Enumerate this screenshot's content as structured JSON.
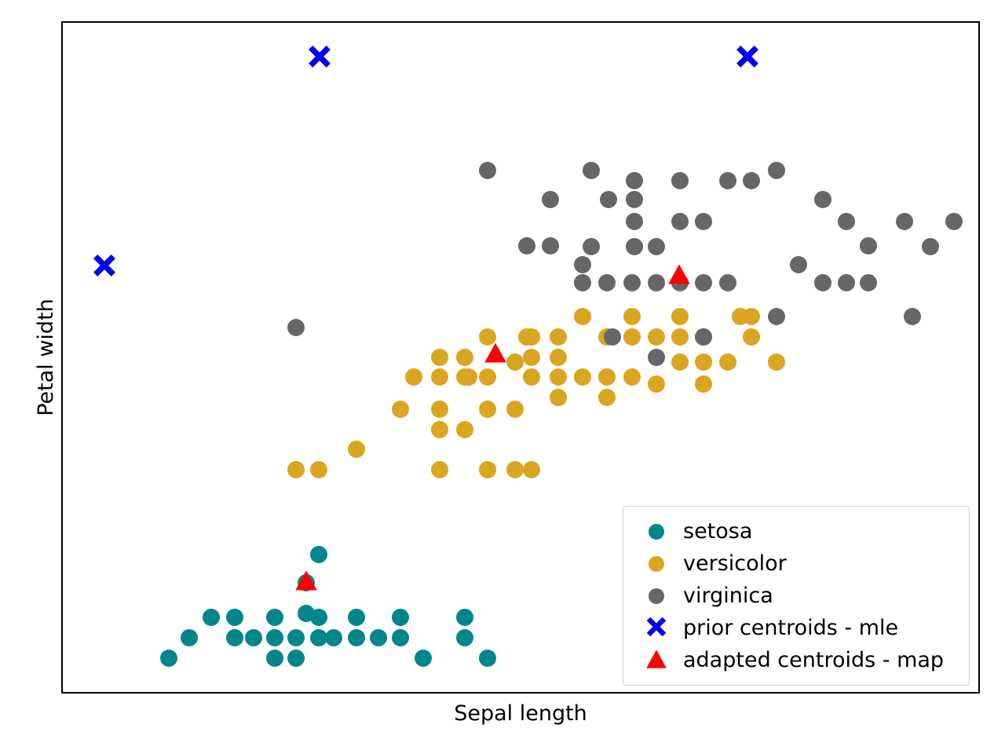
{
  "chart_data": {
    "type": "scatter",
    "title": "",
    "xlabel": "Sepal length",
    "ylabel": "Petal width",
    "grid": false,
    "legend_position": "lower right",
    "axis_ticks": {
      "x": [],
      "y": []
    },
    "xlim": [
      4.0,
      8.4
    ],
    "ylim": [
      -0.45,
      3.2
    ],
    "colors": {
      "setosa": "#00868B",
      "versicolor": "#DAA520",
      "virginica": "#666666",
      "prior_centroids_mle": "#0000EE",
      "adapted_centroids_map": "#FF0000",
      "frame": "#000000",
      "legend_border": "#CCCCCC"
    },
    "series": [
      {
        "name": "setosa",
        "marker": "circle",
        "color": "#00868B",
        "points": [
          [
            0.2795,
            0.7944
          ],
          [
            0.2659,
            0.8832
          ],
          [
            0.2659,
            0.8364
          ],
          [
            0.1624,
            0.8888
          ],
          [
            0.188,
            0.8888
          ],
          [
            0.2318,
            0.8888
          ],
          [
            0.2795,
            0.8888
          ],
          [
            0.1385,
            0.9192
          ],
          [
            0.188,
            0.9192
          ],
          [
            0.2088,
            0.9192
          ],
          [
            0.2318,
            0.9192
          ],
          [
            0.2548,
            0.9192
          ],
          [
            0.2795,
            0.9192
          ],
          [
            0.1155,
            0.9495
          ],
          [
            0.2318,
            0.9495
          ],
          [
            0.2548,
            0.9495
          ],
          [
            0.3205,
            0.8888
          ],
          [
            0.369,
            0.8888
          ],
          [
            0.369,
            0.9192
          ],
          [
            0.296,
            0.9192
          ],
          [
            0.3205,
            0.9192
          ],
          [
            0.345,
            0.9192
          ],
          [
            0.439,
            0.8888
          ],
          [
            0.439,
            0.9192
          ],
          [
            0.464,
            0.9495
          ],
          [
            0.394,
            0.9495
          ]
        ]
      },
      {
        "name": "versicolor",
        "marker": "circle",
        "color": "#DAA520",
        "points": [
          [
            0.2548,
            0.668
          ],
          [
            0.2795,
            0.668
          ],
          [
            0.3205,
            0.6375
          ],
          [
            0.369,
            0.5775
          ],
          [
            0.412,
            0.529
          ],
          [
            0.412,
            0.5775
          ],
          [
            0.412,
            0.6078
          ],
          [
            0.412,
            0.668
          ],
          [
            0.439,
            0.529
          ],
          [
            0.464,
            0.529
          ],
          [
            0.439,
            0.6078
          ],
          [
            0.464,
            0.5775
          ],
          [
            0.494,
            0.5775
          ],
          [
            0.494,
            0.668
          ],
          [
            0.464,
            0.668
          ],
          [
            0.383,
            0.529
          ],
          [
            0.443,
            0.529
          ],
          [
            0.512,
            0.4995
          ],
          [
            0.512,
            0.529
          ],
          [
            0.541,
            0.529
          ],
          [
            0.541,
            0.5595
          ],
          [
            0.512,
            0.668
          ],
          [
            0.512,
            0.47
          ],
          [
            0.541,
            0.47
          ],
          [
            0.594,
            0.529
          ],
          [
            0.594,
            0.47
          ],
          [
            0.622,
            0.47
          ],
          [
            0.648,
            0.47
          ],
          [
            0.674,
            0.47
          ],
          [
            0.594,
            0.5595
          ],
          [
            0.541,
            0.5595
          ],
          [
            0.674,
            0.439
          ],
          [
            0.674,
            0.5075
          ],
          [
            0.7,
            0.5075
          ],
          [
            0.726,
            0.5075
          ],
          [
            0.7,
            0.5395
          ],
          [
            0.648,
            0.5395
          ],
          [
            0.7,
            0.47
          ],
          [
            0.752,
            0.47
          ],
          [
            0.78,
            0.5075
          ],
          [
            0.74,
            0.439
          ],
          [
            0.568,
            0.439
          ],
          [
            0.464,
            0.47
          ],
          [
            0.507,
            0.47
          ],
          [
            0.541,
            0.4995
          ],
          [
            0.622,
            0.529
          ],
          [
            0.568,
            0.529
          ],
          [
            0.752,
            0.439
          ],
          [
            0.622,
            0.439
          ],
          [
            0.494,
            0.5075
          ],
          [
            0.439,
            0.4995
          ],
          [
            0.412,
            0.4995
          ]
        ]
      },
      {
        "name": "virginica",
        "marker": "circle",
        "color": "#666666",
        "points": [
          [
            0.2548,
            0.455
          ],
          [
            0.464,
            0.2205
          ],
          [
            0.577,
            0.2205
          ],
          [
            0.533,
            0.264
          ],
          [
            0.624,
            0.236
          ],
          [
            0.674,
            0.236
          ],
          [
            0.624,
            0.264
          ],
          [
            0.596,
            0.264
          ],
          [
            0.674,
            0.297
          ],
          [
            0.7,
            0.297
          ],
          [
            0.624,
            0.297
          ],
          [
            0.726,
            0.236
          ],
          [
            0.752,
            0.236
          ],
          [
            0.577,
            0.3345
          ],
          [
            0.624,
            0.3345
          ],
          [
            0.648,
            0.3345
          ],
          [
            0.507,
            0.333
          ],
          [
            0.533,
            0.333
          ],
          [
            0.568,
            0.362
          ],
          [
            0.622,
            0.389
          ],
          [
            0.648,
            0.389
          ],
          [
            0.674,
            0.389
          ],
          [
            0.7,
            0.389
          ],
          [
            0.726,
            0.389
          ],
          [
            0.594,
            0.389
          ],
          [
            0.568,
            0.389
          ],
          [
            0.78,
            0.2205
          ],
          [
            0.83,
            0.264
          ],
          [
            0.856,
            0.297
          ],
          [
            0.88,
            0.389
          ],
          [
            0.856,
            0.389
          ],
          [
            0.83,
            0.389
          ],
          [
            0.919,
            0.297
          ],
          [
            0.948,
            0.3345
          ],
          [
            0.973,
            0.297
          ],
          [
            0.928,
            0.439
          ],
          [
            0.648,
            0.4995
          ],
          [
            0.6,
            0.47
          ],
          [
            0.7,
            0.47
          ],
          [
            0.88,
            0.333
          ],
          [
            0.78,
            0.439
          ],
          [
            0.804,
            0.362
          ]
        ]
      },
      {
        "name": "prior centroids - mle",
        "marker": "x",
        "color": "#0000EE",
        "points": [
          [
            0.2805,
            0.0502
          ],
          [
            0.7478,
            0.0502
          ],
          [
            0.0453,
            0.3621
          ]
        ]
      },
      {
        "name": "adapted centroids - map",
        "marker": "triangle",
        "color": "#FF0000",
        "points": [
          [
            0.2659,
            0.8332
          ],
          [
            0.4727,
            0.493
          ],
          [
            0.6735,
            0.3761
          ]
        ]
      }
    ]
  },
  "legend": {
    "items": [
      {
        "label": "setosa",
        "marker": "circle",
        "color": "#00868B"
      },
      {
        "label": "versicolor",
        "marker": "circle",
        "color": "#DAA520"
      },
      {
        "label": "virginica",
        "marker": "circle",
        "color": "#666666"
      },
      {
        "label": "prior centroids - mle",
        "marker": "x",
        "color": "#0000EE"
      },
      {
        "label": "adapted centroids - map",
        "marker": "triangle",
        "color": "#FF0000"
      }
    ]
  },
  "axes": {
    "xlabel": "Sepal length",
    "ylabel": "Petal width"
  }
}
